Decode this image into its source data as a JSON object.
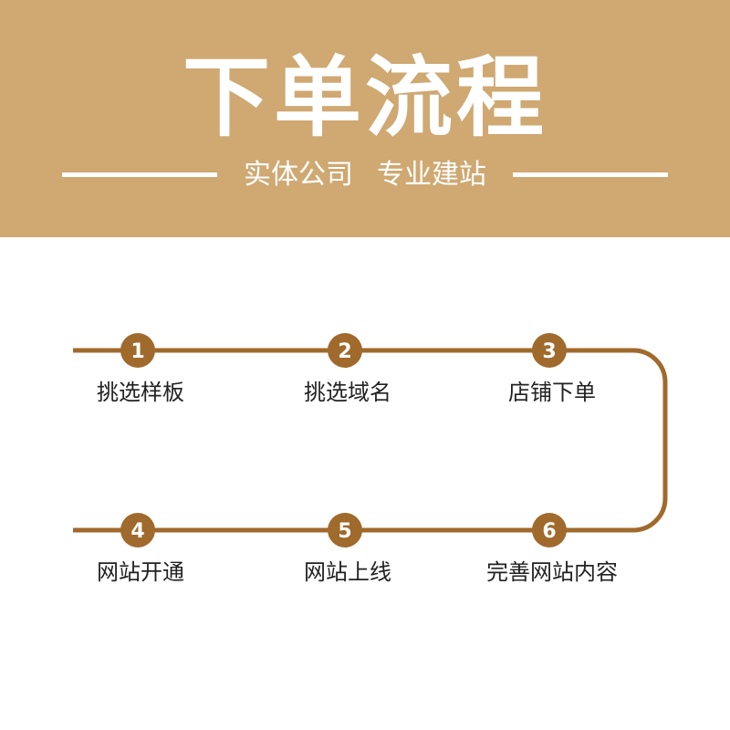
{
  "header": {
    "title": "下单流程",
    "subtitle_left": "实体公司",
    "subtitle_right": "专业建站"
  },
  "colors": {
    "header_bg": "#cfa872",
    "flow_brown": "#a06a2c",
    "text": "#222222"
  },
  "steps": [
    {
      "number": "1",
      "label": "挑选样板"
    },
    {
      "number": "2",
      "label": "挑选域名"
    },
    {
      "number": "3",
      "label": "店铺下单"
    },
    {
      "number": "4",
      "label": "网站开通"
    },
    {
      "number": "5",
      "label": "网站上线"
    },
    {
      "number": "6",
      "label": "完善网站内容"
    }
  ]
}
